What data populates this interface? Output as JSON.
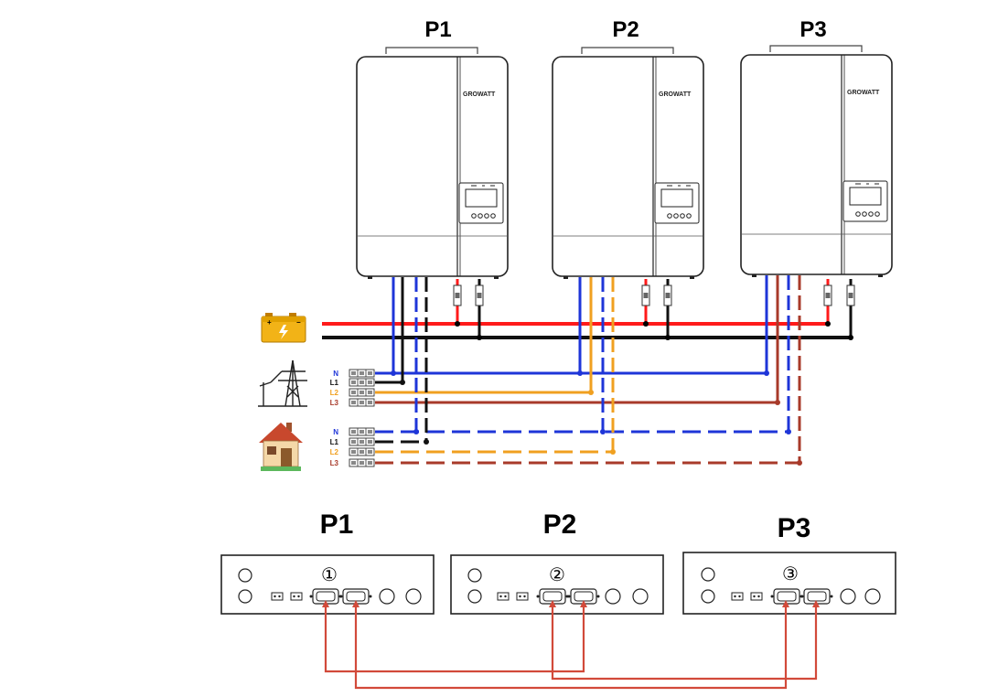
{
  "inverters": [
    {
      "label": "P1",
      "brand": "GROWATT"
    },
    {
      "label": "P2",
      "brand": "GROWATT"
    },
    {
      "label": "P3",
      "brand": "GROWATT"
    }
  ],
  "grid_lines": [
    {
      "label": "N",
      "color": "#1e35d8"
    },
    {
      "label": "L1",
      "color": "#111111"
    },
    {
      "label": "L2",
      "color": "#f0a020"
    },
    {
      "label": "L3",
      "color": "#a83a2a"
    }
  ],
  "load_lines": [
    {
      "label": "N",
      "color": "#1e35d8"
    },
    {
      "label": "L1",
      "color": "#111111"
    },
    {
      "label": "L2",
      "color": "#f0a020"
    },
    {
      "label": "L3",
      "color": "#a83a2a"
    }
  ],
  "panels": [
    {
      "label": "P1",
      "number": "①"
    },
    {
      "label": "P2",
      "number": "②"
    },
    {
      "label": "P3",
      "number": "③"
    }
  ],
  "colors": {
    "battery_positive": "#ff1a1a",
    "battery_negative": "#111111",
    "comm_cable": "#d24a3a",
    "battery_body": "#f2b317"
  },
  "icons": [
    "battery-icon",
    "power-pylon-icon",
    "house-icon"
  ]
}
